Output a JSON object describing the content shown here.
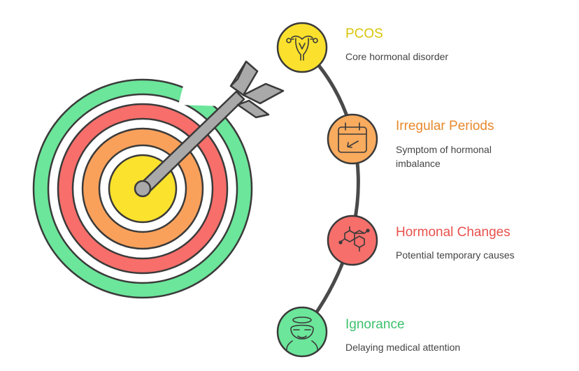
{
  "items": [
    {
      "title": "PCOS",
      "description": "Core hormonal disorder",
      "color": "#fbe12d",
      "title_color": "#d9c409",
      "icon": "uterus-icon"
    },
    {
      "title": "Irregular Periods",
      "description": "Symptom of hormonal imbalance",
      "color": "#f9ab5e",
      "title_color": "#e8892c",
      "icon": "calendar-icon"
    },
    {
      "title": "Hormonal Changes",
      "description": "Potential temporary causes",
      "color": "#f66f6b",
      "title_color": "#e8514d",
      "icon": "molecule-icon"
    },
    {
      "title": "Ignorance",
      "description": "Delaying medical attention",
      "color": "#6be69a",
      "title_color": "#3dc16c",
      "icon": "angel-face-icon"
    }
  ],
  "target_rings": {
    "outer": "#6be69a",
    "second": "#f76e6a",
    "third": "#f9a15b",
    "center": "#fbe22d"
  }
}
